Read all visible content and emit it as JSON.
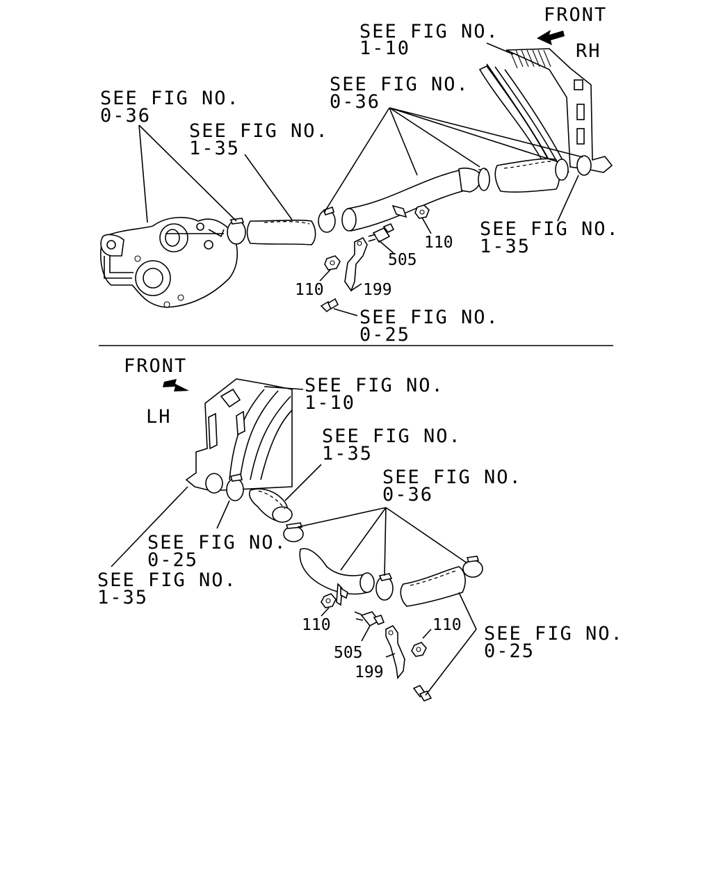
{
  "upper": {
    "direction": "FRONT",
    "side": "RH",
    "callouts": {
      "fig_1_10": [
        "SEE FIG NO.",
        "1-10"
      ],
      "fig_0_36_right": [
        "SEE FIG NO.",
        "0-36"
      ],
      "fig_0_36_left": [
        "SEE FIG NO.",
        "0-36"
      ],
      "fig_1_35_left": [
        "SEE FIG NO.",
        "1-35"
      ],
      "fig_1_35_right": [
        "SEE FIG NO.",
        "1-35"
      ],
      "fig_0_25": [
        "SEE FIG NO.",
        "0-25"
      ]
    },
    "parts": {
      "nut_right": "110",
      "nut_left": "110",
      "sensor": "505",
      "bracket": "199"
    }
  },
  "lower": {
    "direction": "FRONT",
    "side": "LH",
    "callouts": {
      "fig_1_10": [
        "SEE FIG NO.",
        "1-10"
      ],
      "fig_1_35_top": [
        "SEE FIG NO.",
        "1-35"
      ],
      "fig_0_36": [
        "SEE FIG NO.",
        "0-36"
      ],
      "fig_0_25_left": [
        "SEE FIG NO.",
        "0-25"
      ],
      "fig_1_35_left": [
        "SEE FIG NO.",
        "1-35"
      ],
      "fig_0_25_right": [
        "SEE FIG NO.",
        "0-25"
      ]
    },
    "parts": {
      "nut_left": "110",
      "nut_right": "110",
      "sensor": "505",
      "bracket": "199"
    }
  }
}
